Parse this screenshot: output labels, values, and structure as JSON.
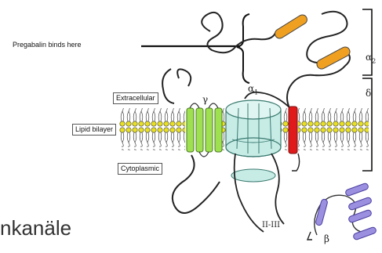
{
  "labels": {
    "pregabalin": "Pregabalin binds here",
    "extracellular": "Extracellular",
    "lipid_bilayer": "Lipid bilayer",
    "cytoplasmic": "Cytoplasmic"
  },
  "subunits": {
    "alpha1_letter": "α",
    "alpha1_sub": "1",
    "alpha2_letter": "α",
    "alpha2_sub": "2",
    "gamma": "γ",
    "delta": "δ",
    "beta": "β",
    "loop": "II-III"
  },
  "caption": "nkanäle",
  "colors": {
    "alpha2_helix": "#f0a020",
    "gamma_helix": "#9fe050",
    "delta_helix": "#e01a1a",
    "beta_helix": "#9b8fe0",
    "channel": "#c7ece6",
    "lipid_head": "#e8e020"
  }
}
